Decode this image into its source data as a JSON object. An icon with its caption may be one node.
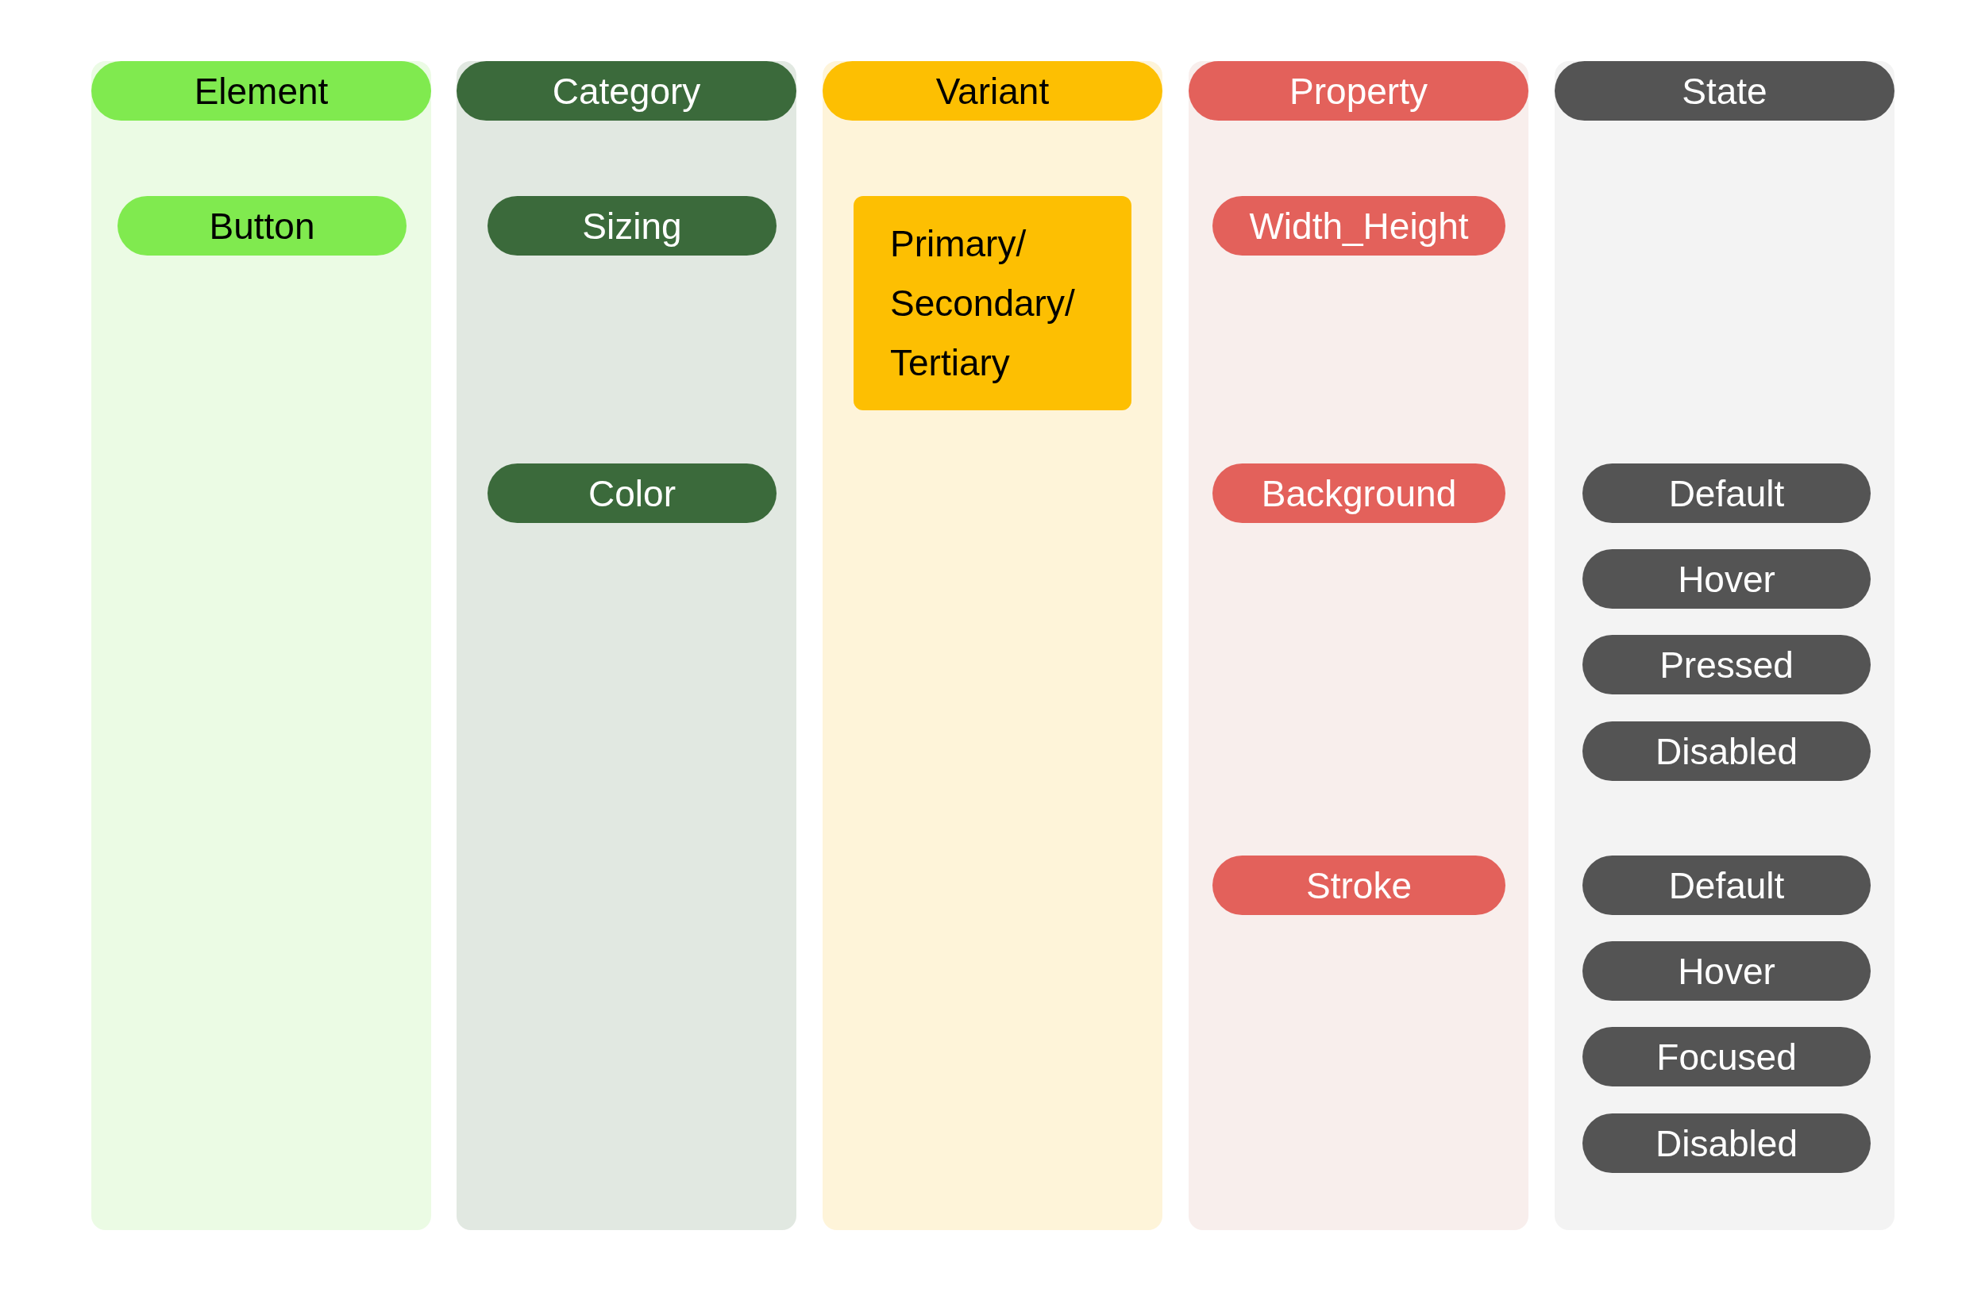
{
  "diagram": {
    "nodes": [
      {
        "text": [],
        "shape": "box"
      },
      {
        "text": [
          "Element"
        ],
        "in": 0
      },
      {
        "text": [
          "Button"
        ],
        "in": 0
      },
      {
        "text": [],
        "shape": "box"
      },
      {
        "text": [
          "Category"
        ],
        "in": 3
      },
      {
        "text": [
          "Sizing"
        ],
        "in": 3
      },
      {
        "text": [
          "Color"
        ],
        "in": 3
      },
      {
        "text": [],
        "shape": "box"
      },
      {
        "text": [
          "Variant"
        ],
        "in": 7
      },
      {
        "text": [
          "Primary/ Secondary/ Tertiary"
        ],
        "in": 7
      },
      {
        "text": [],
        "shape": "box"
      },
      {
        "text": [
          "Property"
        ],
        "in": 10
      },
      {
        "text": [
          "Width_Height"
        ],
        "in": 10
      },
      {
        "text": [
          "Background"
        ],
        "in": 10
      },
      {
        "text": [
          "Stroke"
        ],
        "in": 10
      },
      {
        "text": [],
        "shape": "box"
      },
      {
        "text": [
          "State"
        ],
        "in": 15
      },
      {
        "text": [
          "Default"
        ],
        "in": 15
      },
      {
        "text": [
          "Hover"
        ],
        "in": 15
      },
      {
        "text": [
          "Pressed"
        ],
        "in": 15
      },
      {
        "text": [
          "Disabled"
        ],
        "in": 15
      },
      {
        "text": [
          "Default"
        ],
        "in": 15
      },
      {
        "text": [
          "Hover"
        ],
        "in": 15
      },
      {
        "text": [
          "Focused"
        ],
        "in": 15
      },
      {
        "text": [
          "Disabled"
        ],
        "in": 15
      }
    ]
  }
}
